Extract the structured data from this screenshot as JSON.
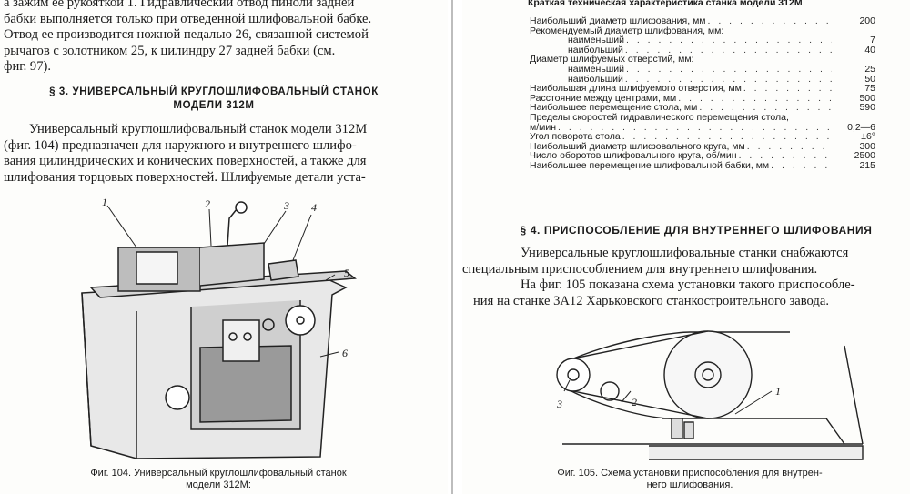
{
  "left": {
    "intro_lines": [
      "а зажим ее рукояткой 1. Гидравлический отвод пиноли задней",
      "бабки выполняется только при отведенной шлифовальной бабке.",
      "Отвод ее производится ножной педалью 26, связанной системой",
      "рычагов с золотником 25, к цилиндру 27 задней бабки (см.",
      "фиг. 97)."
    ],
    "heading_lines": [
      "§ 3. УНИВЕРСАЛЬНЫЙ КРУГЛОШЛИФОВАЛЬНЫЙ СТАНОК",
      "МОДЕЛИ 312М"
    ],
    "body_lines": [
      "Универсальный круглошлифовальный станок модели 312М",
      "(фиг. 104) предназначен для наружного и внутреннего шлифо-",
      "вания цилиндрических и конических поверхностей, а также для",
      "шлифования торцовых поверхностей. Шлифуемые детали уста-"
    ],
    "figure_labels": [
      "1",
      "2",
      "3",
      "4",
      "5",
      "6"
    ],
    "caption_lines": [
      "Фиг. 104. Универсальный круглошлифовальный станок",
      "модели 312М:"
    ]
  },
  "right": {
    "spec_title": "Краткая техническая характеристика станка модели 312М",
    "specs": [
      {
        "label": "Наибольший диаметр шлифования, мм",
        "value": "200",
        "sub": false,
        "head": false
      },
      {
        "label": "Рекомендуемый диаметр шлифования, мм:",
        "value": "",
        "sub": false,
        "head": true
      },
      {
        "label": "наименьший",
        "value": "7",
        "sub": true,
        "head": false
      },
      {
        "label": "наибольший",
        "value": "40",
        "sub": true,
        "head": false
      },
      {
        "label": "Диаметр шлифуемых отверстий, мм:",
        "value": "",
        "sub": false,
        "head": true
      },
      {
        "label": "наименьший",
        "value": "25",
        "sub": true,
        "head": false
      },
      {
        "label": "наибольший",
        "value": "50",
        "sub": true,
        "head": false
      },
      {
        "label": "Наибольшая длина шлифуемого отверстия, мм",
        "value": "75",
        "sub": false,
        "head": false
      },
      {
        "label": "Расстояние между центрами, мм",
        "value": "500",
        "sub": false,
        "head": false
      },
      {
        "label": "Наибольшее перемещение стола, мм",
        "value": "590",
        "sub": false,
        "head": false
      },
      {
        "label": "Пределы скоростей гидравлического перемещения стола,",
        "value": "",
        "sub": false,
        "head": true
      },
      {
        "label": "м/мин",
        "value": "0,2—6",
        "sub": false,
        "head": false
      },
      {
        "label": "Угол поворота стола",
        "value": "±6°",
        "sub": false,
        "head": false
      },
      {
        "label": "Наибольший диаметр шлифовального круга, мм",
        "value": "300",
        "sub": false,
        "head": false
      },
      {
        "label": "Число оборотов шлифовального круга, об/мин",
        "value": "2500",
        "sub": false,
        "head": false
      },
      {
        "label": "Наибольшее перемещение шлифовальной бабки, мм",
        "value": "215",
        "sub": false,
        "head": false
      }
    ],
    "heading": "§ 4. ПРИСПОСОБЛЕНИЕ ДЛЯ ВНУТРЕННЕГО ШЛИФОВАНИЯ",
    "body_lines": [
      "Универсальные круглошлифовальные станки снабжаются",
      "специальным приспособлением для внутреннего шлифования.",
      "На фиг. 105 показана схема установки такого приспособле-",
      "ния на станке 3А12 Харьковского станкостроительного завода."
    ],
    "figure_labels": [
      "1",
      "2",
      "3"
    ],
    "caption_lines": [
      "Фиг. 105. Схема установки приспособления для внутрен-",
      "него шлифования."
    ]
  }
}
